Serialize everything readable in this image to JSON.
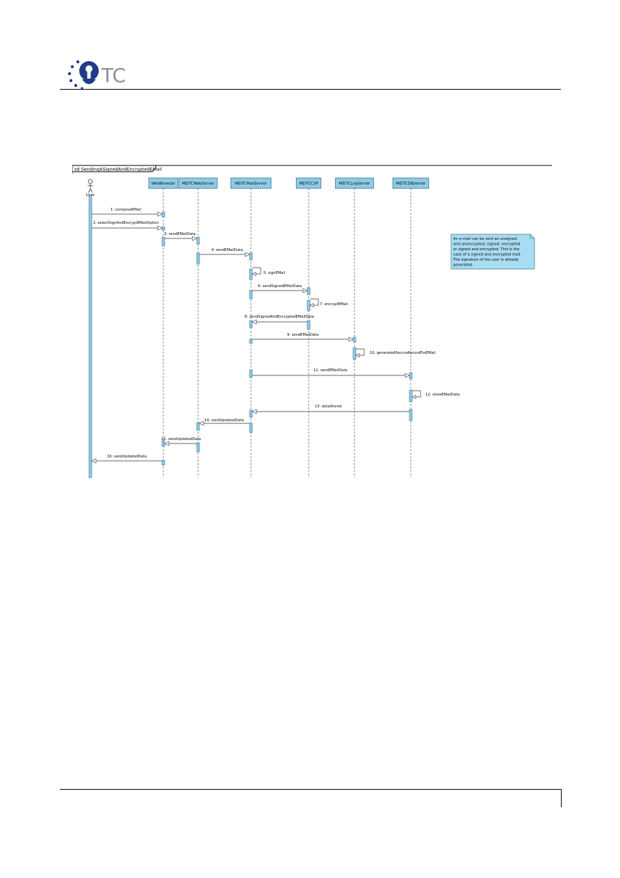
{
  "logo": {
    "text": "TC"
  },
  "frame_label": "sd SendingASignedAndEncryptedEMail",
  "actor": {
    "name": "User"
  },
  "lifelines": [
    "WebBrowser",
    "MEITCWebServer",
    "MEITCMailServer",
    "MEITCCSP",
    "MEITCLogServer",
    "MEITCDBServer"
  ],
  "messages": [
    {
      "label": "1: composeEMail",
      "from": 0,
      "to": 1
    },
    {
      "label": "2: selectSignAndEncryptEMailOption",
      "from": 0,
      "to": 1
    },
    {
      "label": "3: sendEMailData",
      "from": 1,
      "to": 2
    },
    {
      "label": "4: sendEMailData",
      "from": 2,
      "to": 3
    },
    {
      "label": "5: signEMail",
      "from": 3,
      "to": 3
    },
    {
      "label": "6: sendSignedEMailData",
      "from": 3,
      "to": 4
    },
    {
      "label": "7: encryptEMail",
      "from": 4,
      "to": 4
    },
    {
      "label": "8: sendSignedAndEncryptedEMailData",
      "from": 4,
      "to": 3
    },
    {
      "label": "9: sendEMailData",
      "from": 3,
      "to": 5
    },
    {
      "label": "10: generateASecureRecordForEMail",
      "from": 5,
      "to": 5
    },
    {
      "label": "11: sendEMailData",
      "from": 3,
      "to": 6
    },
    {
      "label": "12: storeEMailData",
      "from": 6,
      "to": 6
    },
    {
      "label": "13: dataStored",
      "from": 6,
      "to": 3
    },
    {
      "label": "14: sendUpdatedData",
      "from": 3,
      "to": 2
    },
    {
      "label": "15: sendUpdatedData",
      "from": 2,
      "to": 1
    },
    {
      "label": "16: sendUpdatedData",
      "from": 1,
      "to": 0
    }
  ],
  "note": {
    "lines": [
      "An e-mail can be sent as unsigned",
      "and unencrypted, signed, encrypted",
      "or signed and encrypted. This is the",
      "case of a signed and encrypted mail.",
      "The signature of the user is already",
      "generated."
    ]
  },
  "colors": {
    "box_fill": "#8ecbe8",
    "box_stroke": "#3d6f8a",
    "note_fill": "#a8dcf2",
    "lifeline": "#555555",
    "logo_blue": "#1f3c88",
    "logo_star": "#1f3c88"
  }
}
